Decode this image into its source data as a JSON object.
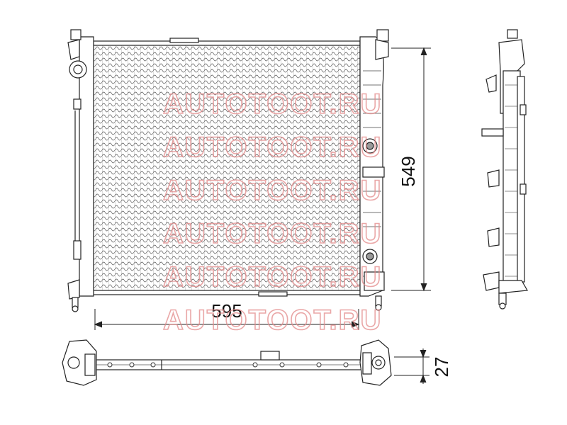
{
  "diagram": {
    "dimensions": {
      "width_label": "595",
      "height_label": "549",
      "depth_label": "27"
    },
    "watermark": {
      "text": "AUTOTOOT.RU",
      "color": "#e38a8a",
      "repeat": 6
    },
    "line_color": "#222222"
  }
}
